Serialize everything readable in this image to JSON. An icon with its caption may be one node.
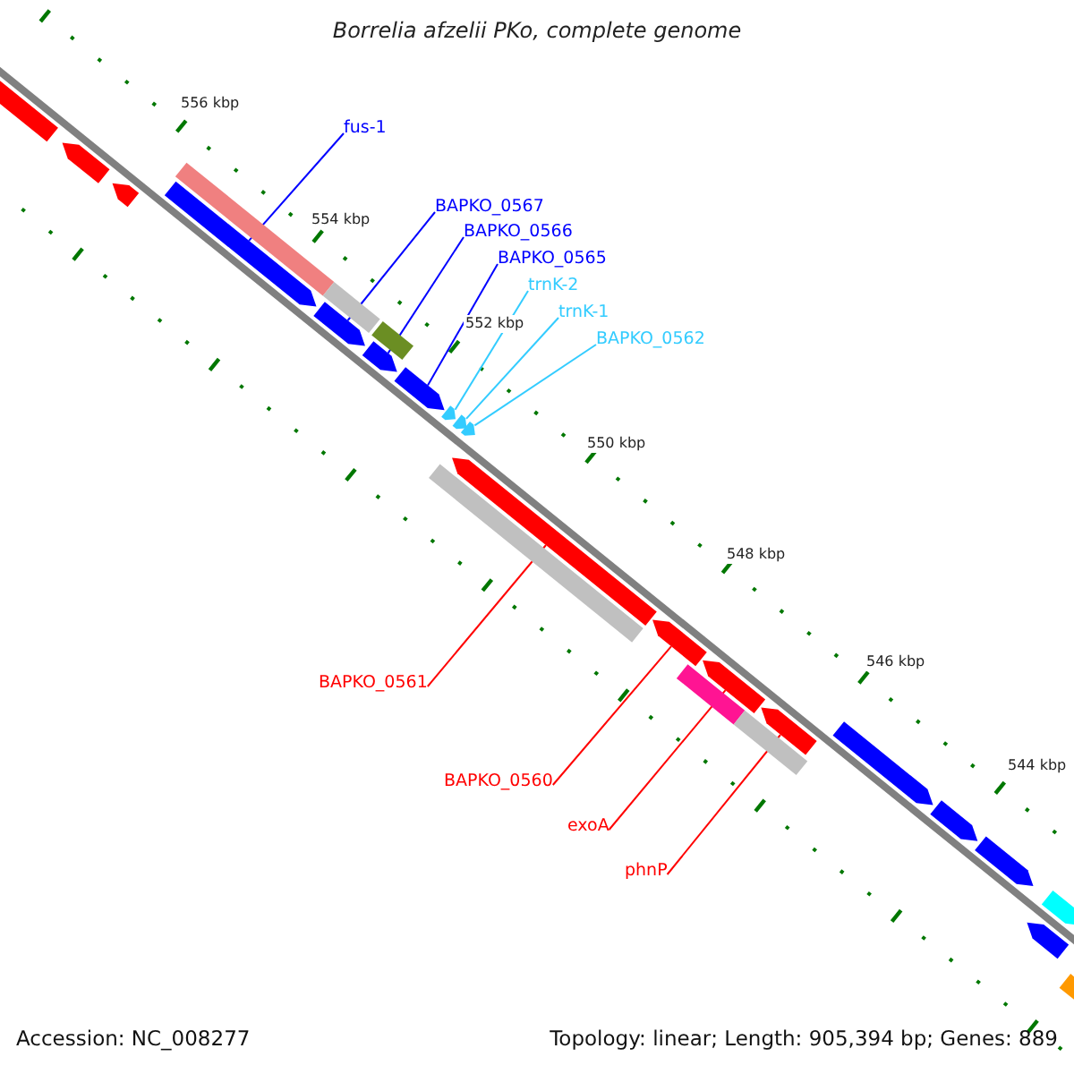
{
  "diagram": {
    "title": "Borrelia afzelii PKo, complete genome",
    "nodes": [
      {
        "text": [
          "fus-1"
        ]
      },
      {
        "text": [
          "BAPKO_0567"
        ]
      },
      {
        "text": [
          "BAPKO_0566"
        ]
      },
      {
        "text": [
          "BAPKO_0565"
        ]
      },
      {
        "text": [
          "trnK-2"
        ]
      },
      {
        "text": [
          "trnK-1"
        ]
      },
      {
        "text": [
          "BAPKO_0562"
        ]
      },
      {
        "text": [
          "BAPKO_0561"
        ]
      },
      {
        "text": [
          "BAPKO_0560"
        ]
      },
      {
        "text": [
          "exoA"
        ]
      },
      {
        "text": [
          "phnP"
        ]
      },
      {
        "text": [],
        "shape": "arrow"
      },
      {
        "text": [],
        "shape": "arrow"
      },
      {
        "text": [],
        "shape": "arrow"
      },
      {
        "text": [],
        "shape": "bar"
      },
      {
        "text": [],
        "shape": "arrow"
      },
      {
        "text": [],
        "shape": "bar"
      },
      {
        "text": [],
        "shape": "arrow"
      },
      {
        "text": [],
        "shape": "bar"
      },
      {
        "text": [],
        "shape": "arrow"
      },
      {
        "text": [],
        "shape": "arrow"
      },
      {
        "text": [],
        "shape": "arrow"
      },
      {
        "text": [],
        "shape": "arrow"
      },
      {
        "text": [],
        "shape": "arrow"
      },
      {
        "text": [],
        "shape": "bar"
      },
      {
        "text": [],
        "shape": "arrow"
      },
      {
        "text": [],
        "shape": "arrow"
      },
      {
        "text": [],
        "shape": "bar"
      },
      {
        "text": [],
        "shape": "arrow"
      },
      {
        "text": [],
        "shape": "bar"
      },
      {
        "text": [],
        "shape": "arrow"
      },
      {
        "text": [],
        "shape": "arrow"
      },
      {
        "text": [],
        "shape": "arrow"
      },
      {
        "text": [],
        "shape": "arrow"
      },
      {
        "text": [],
        "shape": "arrow"
      },
      {
        "text": [],
        "shape": "arrow"
      },
      {
        "text": [],
        "shape": "bar"
      }
    ],
    "edges": [
      {
        "from": 0,
        "to": 15,
        "arrow": "none",
        "color": "#0000ff"
      },
      {
        "from": 1,
        "to": 17,
        "arrow": "none",
        "color": "#0000ff"
      },
      {
        "from": 2,
        "to": 19,
        "arrow": "none",
        "color": "#0000ff"
      },
      {
        "from": 3,
        "to": 20,
        "arrow": "none",
        "color": "#0000ff"
      },
      {
        "from": 4,
        "to": 21,
        "arrow": "none",
        "color": "#33ccff"
      },
      {
        "from": 5,
        "to": 22,
        "arrow": "none",
        "color": "#33ccff"
      },
      {
        "from": 6,
        "to": 23,
        "arrow": "none",
        "color": "#33ccff"
      },
      {
        "from": 7,
        "to": 25,
        "arrow": "none",
        "color": "#ff0000"
      },
      {
        "from": 8,
        "to": 26,
        "arrow": "none",
        "color": "#ff0000"
      },
      {
        "from": 9,
        "to": 28,
        "arrow": "none",
        "color": "#ff0000"
      },
      {
        "from": 10,
        "to": 30,
        "arrow": "none",
        "color": "#ff0000"
      }
    ],
    "labels": [
      "556 kbp",
      "554 kbp",
      "552 kbp",
      "550 kbp",
      "548 kbp",
      "546 kbp",
      "544 kbp",
      "Accession: NC_008277",
      "Topology: linear; Length: 905,394 bp; Genes: 889"
    ]
  }
}
